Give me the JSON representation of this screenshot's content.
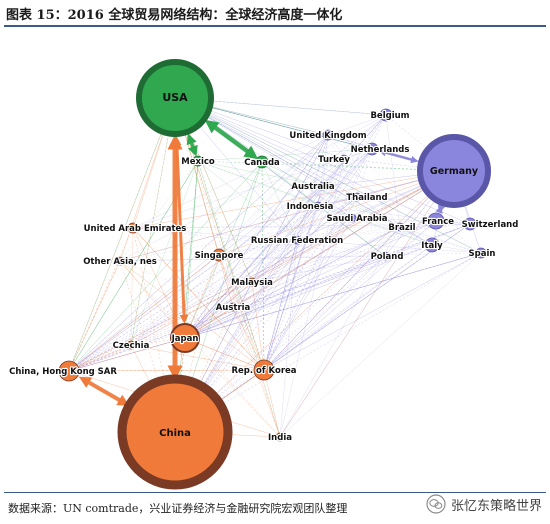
{
  "figure": {
    "title": "图表 15：2016 全球贸易网络结构：全球经济高度一体化",
    "source": "数据来源：UN comtrade，兴业证券经济与金融研究院宏观团队整理",
    "watermark": "张忆东策略世界"
  },
  "colors": {
    "americas": "#2fa84f",
    "americas_dark": "#1f6b34",
    "europe": "#8b86dd",
    "europe_dark": "#5a56a8",
    "asia": "#f07a3a",
    "asia_dark": "#7a3a24",
    "rule": "#3b5a8c"
  },
  "nodes": [
    {
      "id": "usa",
      "label": "USA",
      "group": "americas",
      "size": "large"
    },
    {
      "id": "mexico",
      "label": "Mexico",
      "group": "americas",
      "size": "small"
    },
    {
      "id": "canada",
      "label": "Canada",
      "group": "americas",
      "size": "small"
    },
    {
      "id": "belgium",
      "label": "Belgium",
      "group": "europe",
      "size": "small"
    },
    {
      "id": "uk",
      "label": "United Kingdom",
      "group": "europe",
      "size": "small"
    },
    {
      "id": "netherlands",
      "label": "Netherlands",
      "group": "europe",
      "size": "small"
    },
    {
      "id": "turkey",
      "label": "Turkey",
      "group": "europe",
      "size": "small"
    },
    {
      "id": "germany",
      "label": "Germany",
      "group": "europe",
      "size": "large"
    },
    {
      "id": "australia",
      "label": "Australia",
      "group": "europe",
      "size": "small"
    },
    {
      "id": "thailand",
      "label": "Thailand",
      "group": "europe",
      "size": "small"
    },
    {
      "id": "indonesia",
      "label": "Indonesia",
      "group": "europe",
      "size": "small"
    },
    {
      "id": "saudi",
      "label": "Saudi Arabia",
      "group": "europe",
      "size": "small"
    },
    {
      "id": "france",
      "label": "France",
      "group": "europe",
      "size": "small"
    },
    {
      "id": "switzerland",
      "label": "Switzerland",
      "group": "europe",
      "size": "small"
    },
    {
      "id": "brazil",
      "label": "Brazil",
      "group": "europe",
      "size": "small"
    },
    {
      "id": "italy",
      "label": "Italy",
      "group": "europe",
      "size": "small"
    },
    {
      "id": "spain",
      "label": "Spain",
      "group": "europe",
      "size": "small"
    },
    {
      "id": "russia",
      "label": "Russian Federation",
      "group": "europe",
      "size": "small"
    },
    {
      "id": "poland",
      "label": "Poland",
      "group": "europe",
      "size": "small"
    },
    {
      "id": "uae",
      "label": "United Arab Emirates",
      "group": "asia",
      "size": "small"
    },
    {
      "id": "otherasia",
      "label": "Other Asia, nes",
      "group": "asia",
      "size": "small"
    },
    {
      "id": "singapore",
      "label": "Singapore",
      "group": "asia",
      "size": "small"
    },
    {
      "id": "malaysia",
      "label": "Malaysia",
      "group": "asia",
      "size": "small"
    },
    {
      "id": "austria",
      "label": "Austria",
      "group": "asia",
      "size": "small"
    },
    {
      "id": "japan",
      "label": "Japan",
      "group": "asia",
      "size": "medium"
    },
    {
      "id": "czechia",
      "label": "Czechia",
      "group": "asia",
      "size": "small"
    },
    {
      "id": "hongkong",
      "label": "China, Hong Kong SAR",
      "group": "asia",
      "size": "small"
    },
    {
      "id": "korea",
      "label": "Rep. of Korea",
      "group": "asia",
      "size": "small"
    },
    {
      "id": "china",
      "label": "China",
      "group": "asia",
      "size": "large"
    },
    {
      "id": "india",
      "label": "India",
      "group": "asia",
      "size": "small"
    }
  ],
  "major_links": [
    {
      "from": "china",
      "to": "usa",
      "group": "asia"
    },
    {
      "from": "china",
      "to": "hongkong",
      "group": "asia"
    },
    {
      "from": "japan",
      "to": "usa",
      "group": "asia"
    },
    {
      "from": "mexico",
      "to": "usa",
      "group": "americas"
    },
    {
      "from": "canada",
      "to": "usa",
      "group": "americas"
    },
    {
      "from": "netherlands",
      "to": "germany",
      "group": "europe"
    },
    {
      "from": "france",
      "to": "germany",
      "group": "europe"
    }
  ]
}
